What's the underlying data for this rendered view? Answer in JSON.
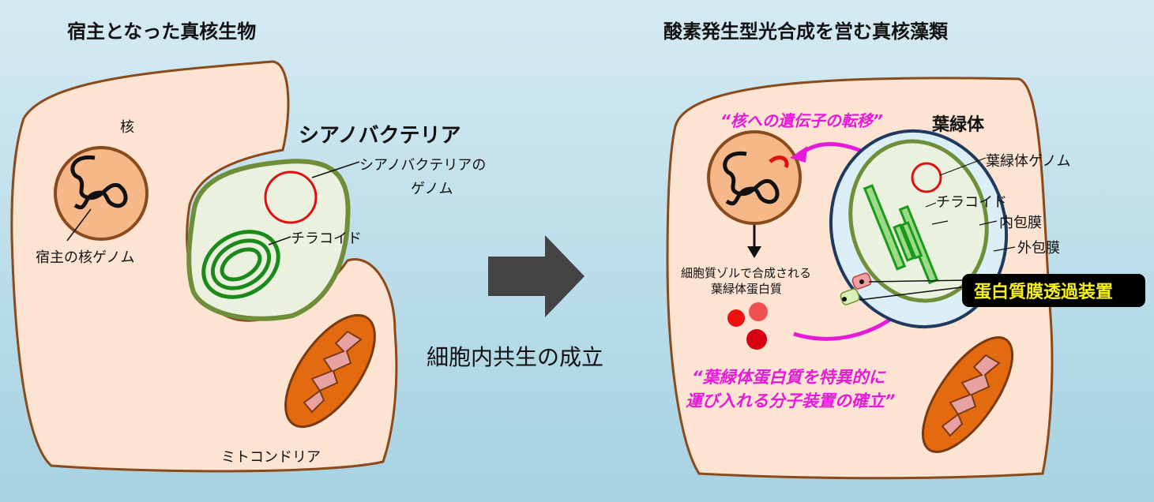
{
  "left": {
    "title": "宿主となった真核生物",
    "nucleus_label": "核",
    "host_genome_label": "宿主の核ゲノム",
    "cyanobacteria_label": "シアノバクテリア",
    "cyano_genome_label_line1": "シアノバクテリアの",
    "cyano_genome_label_line2": "ゲノム",
    "thylakoid_label": "チラコイド",
    "mitochondria_label": "ミトコンドリア"
  },
  "middle": {
    "caption": "細胞内共生の成立"
  },
  "right": {
    "title": "酸素発生型光合成を営む真核藻類",
    "gene_transfer": "“核への遺伝子の転移”",
    "chloroplast_label": "葉緑体",
    "chloroplast_genome_label": "葉緑体ゲノム",
    "thylakoid_label": "チラコイド",
    "inner_membrane_label": "内包膜",
    "outer_membrane_label": "外包膜",
    "cytosol_protein_line1": "細胞質ゾルで合成される",
    "cytosol_protein_line2": "葉緑体蛋白質",
    "translocon_label": "蛋白質膜透過装置",
    "machinery_line1": "“葉緑体蛋白質を特異的に",
    "machinery_line2": "運び入れる分子装置の確立”"
  },
  "colors": {
    "cell_fill": "#fde3d2",
    "cell_stroke": "#8a4a1c",
    "magenta": "#e61ad8",
    "thylakoid": "#1a9a1a",
    "genome_red": "#e01010",
    "mito": "#e46a10"
  }
}
